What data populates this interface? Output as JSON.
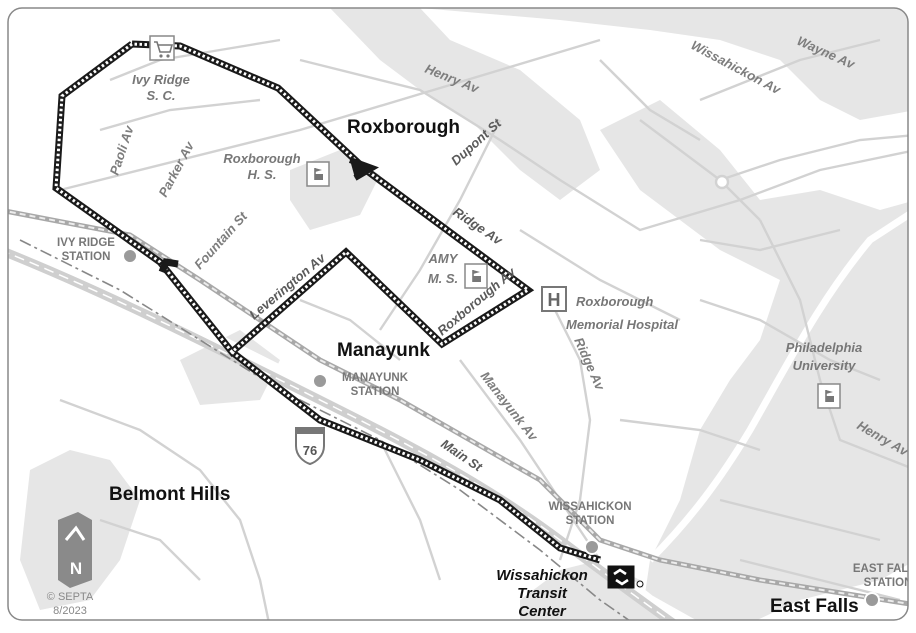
{
  "places": {
    "roxborough": "Roxborough",
    "manayunk": "Manayunk",
    "belmont_hills": "Belmont Hills",
    "east_falls": "East Falls"
  },
  "streets": {
    "henry_av": "Henry Av",
    "wissahickon_av": "Wissahickon Av",
    "wayne_av": "Wayne Av",
    "dupont_st": "Dupont St",
    "paoli_av": "Paoli Av",
    "parker_av": "Parker Av",
    "fountain_st": "Fountain St",
    "leverington_av": "Leverington Av",
    "ridge_av": "Ridge Av",
    "ridge_av_south": "Ridge Av",
    "roxborough_av": "Roxborough Av",
    "manayunk_av": "Manayunk Av",
    "main_st": "Main St",
    "henry_av_east": "Henry Av",
    "interstate": "76"
  },
  "stations": {
    "ivy_ridge": [
      "IVY RIDGE",
      "STATION"
    ],
    "manayunk": [
      "MANAYUNK",
      "STATION"
    ],
    "wissahickon": [
      "WISSAHICKON",
      "STATION"
    ],
    "east_falls": [
      "EAST FALLS",
      "STATION"
    ]
  },
  "poi": {
    "ivy_ridge_sc": [
      "Ivy Ridge",
      "S. C."
    ],
    "roxborough_hs": [
      "Roxborough",
      "H. S."
    ],
    "amy_ms": [
      "AMY",
      "M. S."
    ],
    "hospital": [
      "Roxborough",
      "Memorial Hospital"
    ],
    "philadelphia_university": [
      "Philadelphia",
      "University"
    ],
    "hospital_symbol": "H"
  },
  "transit_center": [
    "Wissahickon",
    "Transit",
    "Center"
  ],
  "north_label": "N",
  "copyright": [
    "© SEPTA",
    "8/2023"
  ],
  "colors": {
    "background": "#ffffff",
    "park": "#e5e5e5",
    "road": "#d2d2d2",
    "route": "#1a1a1a",
    "rail": "#9c9c9c"
  }
}
